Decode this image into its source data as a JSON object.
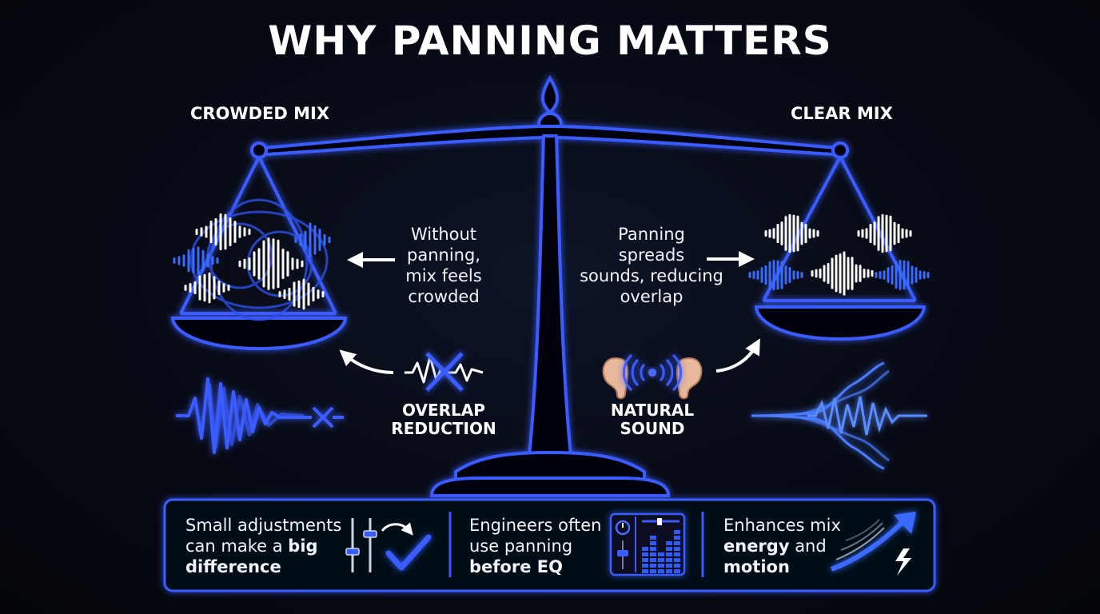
{
  "title": "WHY PANNING MATTERS",
  "left": {
    "heading": "CROWDED MIX",
    "caption": [
      "Without",
      "panning,",
      "mix feels",
      "crowded"
    ],
    "label": [
      "OVERLAP",
      "REDUCTION"
    ]
  },
  "right": {
    "heading": "CLEAR MIX",
    "caption": [
      "Panning",
      "spreads",
      "sounds, reducing",
      "overlap"
    ],
    "label": [
      "NATURAL",
      "SOUND"
    ]
  },
  "tips": [
    {
      "line1": "Small adjustments",
      "line2_pre": "can make a ",
      "line2_bold": "big",
      "line3_bold": "difference",
      "line3_post": "",
      "icon": "fader-check-icon"
    },
    {
      "line1": "Engineers often",
      "line2_pre": "use panning",
      "line2_bold": "",
      "line3_bold": "before EQ",
      "line3_post": "",
      "icon": "mixer-eq-icon"
    },
    {
      "line1": "Enhances mix",
      "line2_pre": "",
      "line2_bold": "energy",
      "line2_post": " and",
      "line3_bold": "motion",
      "line3_post": "",
      "icon": "energy-arrow-icon"
    }
  ],
  "colors": {
    "accent": "#3a5bff",
    "glow": "#2a49ff",
    "dark": "#04060c"
  }
}
